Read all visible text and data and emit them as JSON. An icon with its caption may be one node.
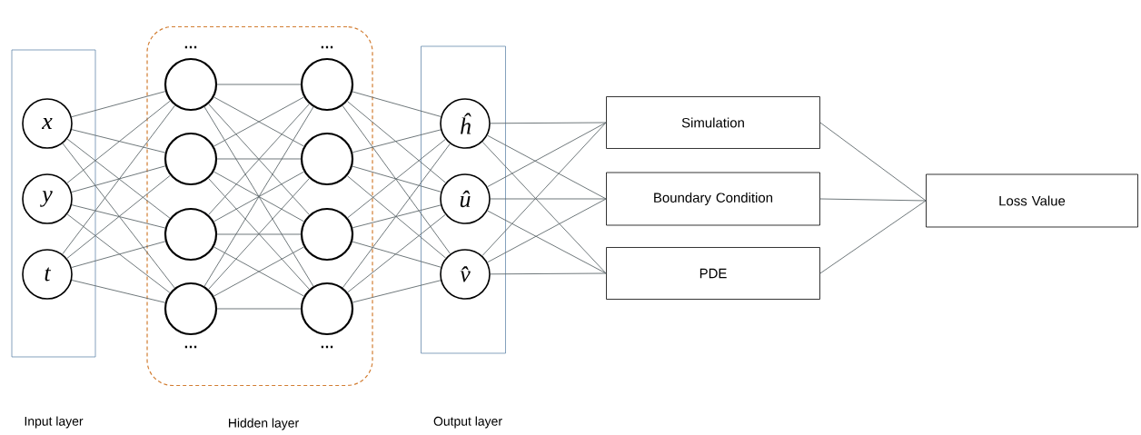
{
  "diagram": {
    "nodes": [
      {
        "text": [
          "Input layer"
        ]
      },
      {
        "text": [
          "Hidden layer"
        ]
      },
      {
        "text": [
          "Output layer"
        ]
      },
      {
        "text": [
          "x"
        ],
        "in": 0
      },
      {
        "text": [
          "y"
        ],
        "in": 0
      },
      {
        "text": [
          "t"
        ],
        "in": 0
      },
      {
        "text": [],
        "shape": "circle",
        "in": 1,
        "beside": [
          "…"
        ]
      },
      {
        "text": [],
        "shape": "circle",
        "in": 1
      },
      {
        "text": [],
        "shape": "circle",
        "in": 1
      },
      {
        "text": [],
        "shape": "circle",
        "in": 1,
        "beside": [
          "…"
        ]
      },
      {
        "text": [],
        "shape": "circle",
        "in": 1,
        "beside": [
          "…"
        ]
      },
      {
        "text": [],
        "shape": "circle",
        "in": 1
      },
      {
        "text": [],
        "shape": "circle",
        "in": 1
      },
      {
        "text": [],
        "shape": "circle",
        "in": 1,
        "beside": [
          "…"
        ]
      },
      {
        "text": [
          "ĥ"
        ],
        "in": 2
      },
      {
        "text": [
          "û"
        ],
        "in": 2
      },
      {
        "text": [
          "v̂"
        ],
        "in": 2
      },
      {
        "text": [
          "Simulation"
        ]
      },
      {
        "text": [
          "Boundary Condition"
        ]
      },
      {
        "text": [
          "PDE"
        ]
      },
      {
        "text": [
          "Loss Value"
        ]
      }
    ],
    "edges": [
      {
        "from": 3,
        "to": 6,
        "arrow": "none"
      },
      {
        "from": 3,
        "to": 7,
        "arrow": "none"
      },
      {
        "from": 3,
        "to": 8,
        "arrow": "none"
      },
      {
        "from": 3,
        "to": 9,
        "arrow": "none"
      },
      {
        "from": 4,
        "to": 6,
        "arrow": "none"
      },
      {
        "from": 4,
        "to": 7,
        "arrow": "none"
      },
      {
        "from": 4,
        "to": 8,
        "arrow": "none"
      },
      {
        "from": 4,
        "to": 9,
        "arrow": "none"
      },
      {
        "from": 5,
        "to": 6,
        "arrow": "none"
      },
      {
        "from": 5,
        "to": 7,
        "arrow": "none"
      },
      {
        "from": 5,
        "to": 8,
        "arrow": "none"
      },
      {
        "from": 5,
        "to": 9,
        "arrow": "none"
      },
      {
        "from": 6,
        "to": 10,
        "arrow": "none"
      },
      {
        "from": 6,
        "to": 11,
        "arrow": "none"
      },
      {
        "from": 6,
        "to": 12,
        "arrow": "none"
      },
      {
        "from": 6,
        "to": 13,
        "arrow": "none"
      },
      {
        "from": 7,
        "to": 10,
        "arrow": "none"
      },
      {
        "from": 7,
        "to": 11,
        "arrow": "none"
      },
      {
        "from": 7,
        "to": 12,
        "arrow": "none"
      },
      {
        "from": 7,
        "to": 13,
        "arrow": "none"
      },
      {
        "from": 8,
        "to": 10,
        "arrow": "none"
      },
      {
        "from": 8,
        "to": 11,
        "arrow": "none"
      },
      {
        "from": 8,
        "to": 12,
        "arrow": "none"
      },
      {
        "from": 8,
        "to": 13,
        "arrow": "none"
      },
      {
        "from": 9,
        "to": 10,
        "arrow": "none"
      },
      {
        "from": 9,
        "to": 11,
        "arrow": "none"
      },
      {
        "from": 9,
        "to": 12,
        "arrow": "none"
      },
      {
        "from": 9,
        "to": 13,
        "arrow": "none"
      },
      {
        "from": 10,
        "to": 14,
        "arrow": "none"
      },
      {
        "from": 10,
        "to": 15,
        "arrow": "none"
      },
      {
        "from": 10,
        "to": 16,
        "arrow": "none"
      },
      {
        "from": 11,
        "to": 14,
        "arrow": "none"
      },
      {
        "from": 11,
        "to": 15,
        "arrow": "none"
      },
      {
        "from": 11,
        "to": 16,
        "arrow": "none"
      },
      {
        "from": 12,
        "to": 14,
        "arrow": "none"
      },
      {
        "from": 12,
        "to": 15,
        "arrow": "none"
      },
      {
        "from": 12,
        "to": 16,
        "arrow": "none"
      },
      {
        "from": 13,
        "to": 14,
        "arrow": "none"
      },
      {
        "from": 13,
        "to": 15,
        "arrow": "none"
      },
      {
        "from": 13,
        "to": 16,
        "arrow": "none"
      },
      {
        "from": 14,
        "to": 17,
        "arrow": "none"
      },
      {
        "from": 14,
        "to": 18,
        "arrow": "none"
      },
      {
        "from": 14,
        "to": 19,
        "arrow": "none"
      },
      {
        "from": 15,
        "to": 17,
        "arrow": "none"
      },
      {
        "from": 15,
        "to": 18,
        "arrow": "none"
      },
      {
        "from": 15,
        "to": 19,
        "arrow": "none"
      },
      {
        "from": 16,
        "to": 17,
        "arrow": "none"
      },
      {
        "from": 16,
        "to": 18,
        "arrow": "none"
      },
      {
        "from": 16,
        "to": 19,
        "arrow": "none"
      },
      {
        "from": 17,
        "to": 20,
        "arrow": "none"
      },
      {
        "from": 18,
        "to": 20,
        "arrow": "none"
      },
      {
        "from": 19,
        "to": 20,
        "arrow": "none"
      }
    ]
  }
}
